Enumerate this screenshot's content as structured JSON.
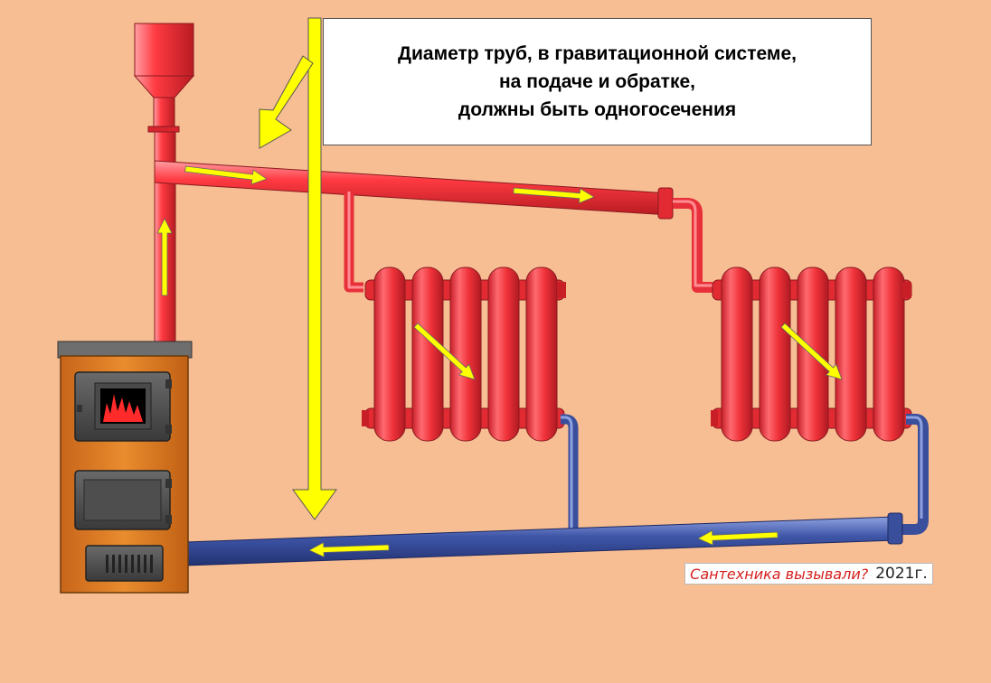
{
  "callout": {
    "line1": "Диаметр труб, в гравитационной системе,",
    "line2": "на подаче и обратке,",
    "line3": "должны быть одногосечения"
  },
  "credit": {
    "brand": "Сантехника вызывали?",
    "year": "2021г."
  },
  "colors": {
    "background": "#f7bd93",
    "supply_pipe": "#f0323a",
    "return_pipe": "#3a4f9c",
    "arrow": "#ffff00",
    "boiler": "#e2801c",
    "radiator": "#f0323a"
  },
  "icons": {
    "flame": "flame-icon",
    "flow_arrow": "arrow-icon"
  }
}
